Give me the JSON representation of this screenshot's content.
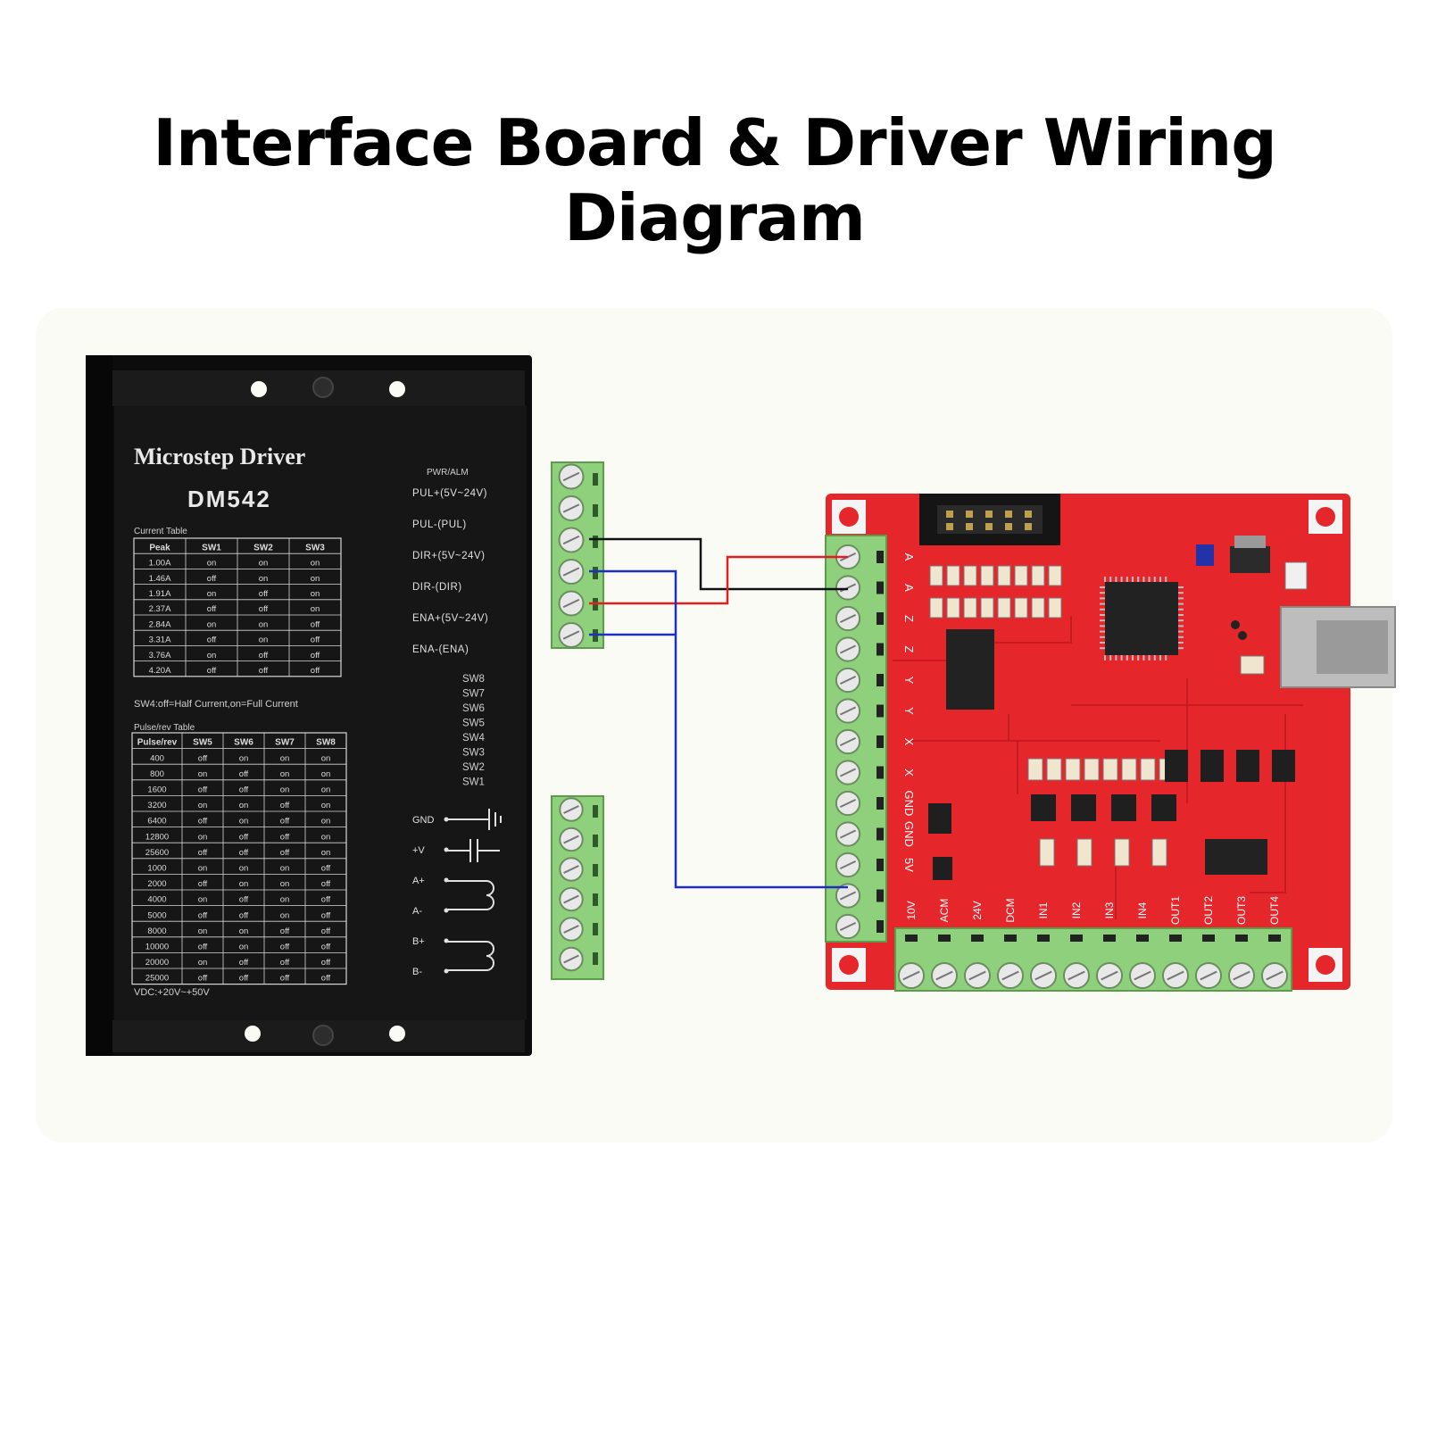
{
  "title": "Interface Board & Driver Wiring Diagram",
  "colors": {
    "driver_body": "#141414",
    "board": "#e5262b",
    "terminal": "#8fd07c",
    "wire_black": "#111111",
    "wire_red": "#e02020",
    "wire_blue": "#1e2fbf"
  },
  "driver": {
    "title": "Microstep Driver",
    "model": "DM542",
    "signal_header": "PWR/ALM",
    "signal_labels": [
      "PUL+(5V~24V)",
      "PUL-(PUL)",
      "DIR+(5V~24V)",
      "DIR-(DIR)",
      "ENA+(5V~24V)",
      "ENA-(ENA)"
    ],
    "switch_labels": [
      "SW8",
      "SW7",
      "SW6",
      "SW5",
      "SW4",
      "SW3",
      "SW2",
      "SW1"
    ],
    "power_labels": [
      "GND",
      "+V",
      "A+",
      "A-",
      "B+",
      "B-"
    ],
    "current_table": {
      "title": "Current Table",
      "headers": [
        "Peak",
        "SW1",
        "SW2",
        "SW3"
      ],
      "rows": [
        [
          "1.00A",
          "on",
          "on",
          "on"
        ],
        [
          "1.46A",
          "off",
          "on",
          "on"
        ],
        [
          "1.91A",
          "on",
          "off",
          "on"
        ],
        [
          "2.37A",
          "off",
          "off",
          "on"
        ],
        [
          "2.84A",
          "on",
          "on",
          "off"
        ],
        [
          "3.31A",
          "off",
          "on",
          "off"
        ],
        [
          "3.76A",
          "on",
          "off",
          "off"
        ],
        [
          "4.20A",
          "off",
          "off",
          "off"
        ]
      ]
    },
    "sw4_note": "SW4:off=Half Current,on=Full Current",
    "pulse_table": {
      "title": "Pulse/rev Table",
      "headers": [
        "Pulse/rev",
        "SW5",
        "SW6",
        "SW7",
        "SW8"
      ],
      "rows": [
        [
          "400",
          "off",
          "on",
          "on",
          "on"
        ],
        [
          "800",
          "on",
          "off",
          "on",
          "on"
        ],
        [
          "1600",
          "off",
          "off",
          "on",
          "on"
        ],
        [
          "3200",
          "on",
          "on",
          "off",
          "on"
        ],
        [
          "6400",
          "off",
          "on",
          "off",
          "on"
        ],
        [
          "12800",
          "on",
          "off",
          "off",
          "on"
        ],
        [
          "25600",
          "off",
          "off",
          "off",
          "on"
        ],
        [
          "1000",
          "on",
          "on",
          "on",
          "off"
        ],
        [
          "2000",
          "off",
          "on",
          "on",
          "off"
        ],
        [
          "4000",
          "on",
          "off",
          "on",
          "off"
        ],
        [
          "5000",
          "off",
          "off",
          "on",
          "off"
        ],
        [
          "8000",
          "on",
          "on",
          "off",
          "off"
        ],
        [
          "10000",
          "off",
          "on",
          "off",
          "off"
        ],
        [
          "20000",
          "on",
          "off",
          "off",
          "off"
        ],
        [
          "25000",
          "off",
          "off",
          "off",
          "off"
        ]
      ]
    },
    "vdc": "VDC:+20V~+50V"
  },
  "board": {
    "side_labels": [
      "A",
      "A",
      "Z",
      "Z",
      "Y",
      "Y",
      "X",
      "X",
      "GND",
      "GND",
      "5V"
    ],
    "bottom_labels": [
      "10V",
      "ACM",
      "24V",
      "DCM",
      "IN1",
      "IN2",
      "IN3",
      "IN4",
      "OUT1",
      "OUT2",
      "OUT3",
      "OUT4"
    ]
  }
}
